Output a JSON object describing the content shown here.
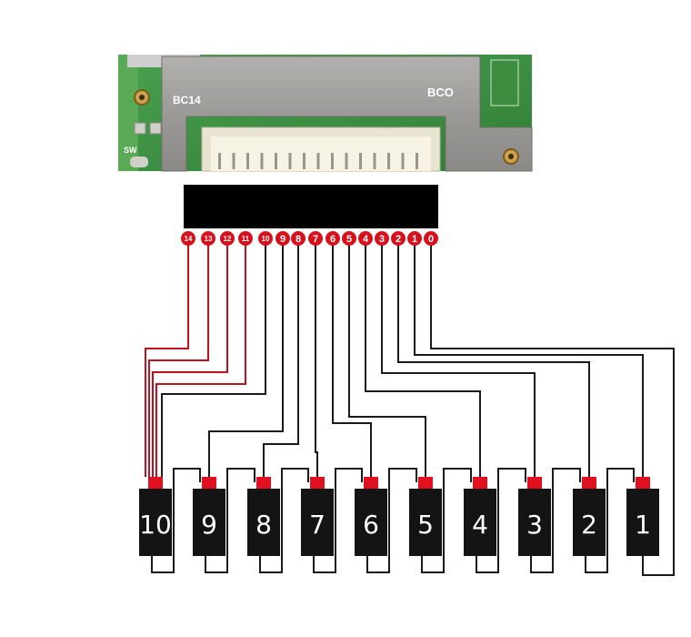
{
  "board": {
    "label_left": "BC14",
    "label_right": "BCO",
    "label_switch": "SW"
  },
  "pins": [
    "14",
    "13",
    "12",
    "11",
    "10",
    "9",
    "8",
    "7",
    "6",
    "5",
    "4",
    "3",
    "2",
    "1",
    "0"
  ],
  "cells": [
    "10",
    "9",
    "8",
    "7",
    "6",
    "5",
    "4",
    "3",
    "2",
    "1"
  ],
  "colors": {
    "wire_black": "#1a1a1a",
    "wire_red": "#c0121c",
    "pin_fill": "#d8101c",
    "cell_body": "#141414",
    "cell_cap": "#e01020",
    "connector": "#000000",
    "pcb_green": "#2f8a3a",
    "shield_metal": "#9a9896"
  }
}
